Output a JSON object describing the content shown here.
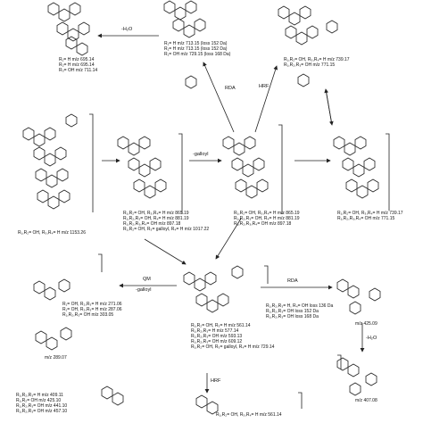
{
  "arrows": {
    "minus_h2o_top": "-H₂O",
    "rda_top": "RDA",
    "hrf_top": "HRF",
    "galloyl_mid": "-galloyl",
    "qm": "QM",
    "galloyl_left": "-galloyl",
    "rda_right": "RDA",
    "h2o_right": "-H₂O",
    "hrf_bottom": "HRF"
  },
  "labels": {
    "top_left": [
      "R₁= H m/z 695.14",
      "R₂= H m/z 695.14",
      "R₃= OH m/z 711.14"
    ],
    "top_center": [
      "R₁= H m/z 713.15 (loss 152 Da)",
      "R₁= H m/z 713.15 (loss 152 Da)",
      "R₁= OH m/z 729.15 (loss 168 Da)"
    ],
    "top_right": [
      "R₁,R₂= OH, R₃,R₄= H m/z 739.17",
      "R₁,R₂,R₃= OH m/z 771.15"
    ],
    "left_big": [
      "R₁,R₂= OH, R₃,R₄= H m/z 1153.26"
    ],
    "mid_left": [
      "R₁,R₂= OH, R₃,R₄= H m/z 865.19",
      "R₁,R₂,R₃= OH, R₄= H m/z 881.19",
      "R₁,R₂,R₃,R₄= OH m/z 897.18",
      "R₁,R₂= OH, R₃= galloyl, R₄= H m/z 1017.22"
    ],
    "mid_center": [
      "R₁,R₂= OH, R₃,R₄= H m/z 865.19",
      "R₁,R₂,R₃= OH, R₄= H m/z 881.19",
      "R₁,R₂,R₃,R₄= OH m/z 897.18"
    ],
    "mid_right": [
      "R₁,R₂= OH, R₃,R₄= H m/z 739.17",
      "R₁,R₂,R₃,R₄= OH m/z 771.15"
    ],
    "qm_products": [
      "R₁= OH, R₂,R₃= H m/z 271.06",
      "R₁= OH, R₂,R₃= H m/z 287.06",
      "R₁,R₂,R₃= OH m/z 303.05"
    ],
    "catechin": [
      "m/z 289.07"
    ],
    "center_dimer": [
      "R₁,R₂= OH, R₃= H m/z 561.14",
      "R₁,R₂,R₃= H m/z 577.14",
      "R₁,R₂,R₃= OH m/z 593.13",
      "R₁,R₂,R₃= OH m/z 609.12",
      "R₁,R₂= OH, R₃= galloyl, R₄= H m/z 729.14"
    ],
    "rda_products": [
      "R₁,R₂,R₃= H, R₄= OH loss 136 Da",
      "R₁,R₂,R₃= OH loss 152 Da",
      "R₁,R₂,R₃= OH loss 168 Da"
    ],
    "right_425": [
      "m/z 425.09"
    ],
    "right_407": [
      "m/z 407.08"
    ],
    "bottom_left": [
      "R₁,R₂,R₃= H m/z 409.11",
      "R₁,R₂= OH m/z 425.10",
      "R₁,R₂,R₃= OH m/z 441.10",
      "R₁,R₂,R₃= OH m/z 457.10"
    ],
    "bottom_center": [
      "R₁,R₂= OH, R₃,R₄= H m/z 561.14"
    ]
  }
}
